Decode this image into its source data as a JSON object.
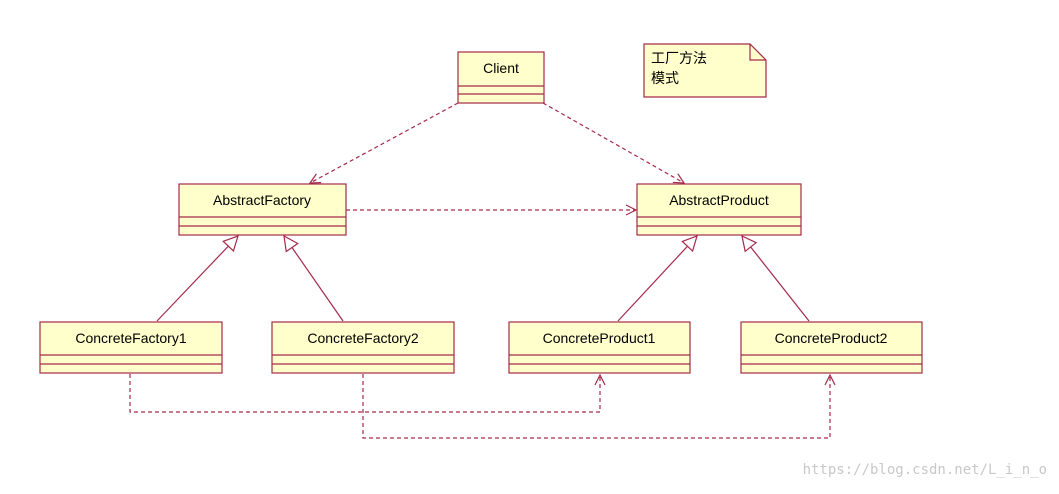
{
  "diagram": {
    "classes": {
      "client": "Client",
      "abstract_factory": "AbstractFactory",
      "abstract_product": "AbstractProduct",
      "concrete_factory_1": "ConcreteFactory1",
      "concrete_factory_2": "ConcreteFactory2",
      "concrete_product_1": "ConcreteProduct1",
      "concrete_product_2": "ConcreteProduct2"
    },
    "note": {
      "line1": "工厂方法",
      "line2": "模式"
    }
  },
  "watermark": "https://blog.csdn.net/L_i_n_o",
  "colors": {
    "box_fill": "#ffffcc",
    "box_stroke": "#a52a4a",
    "line": "#a52a4a"
  }
}
